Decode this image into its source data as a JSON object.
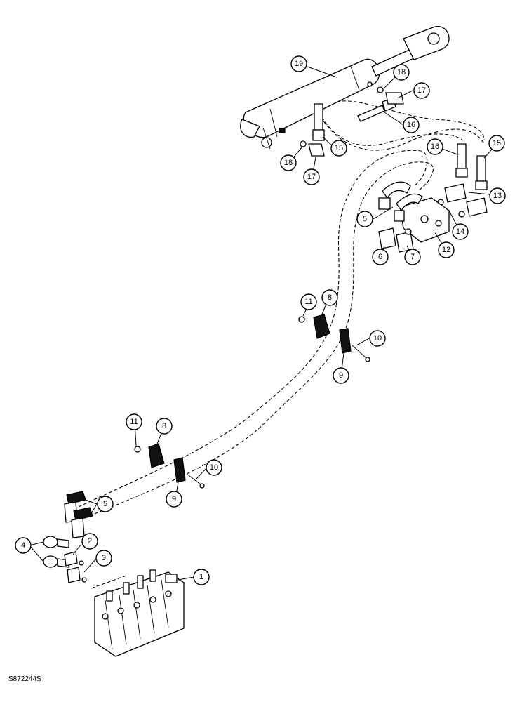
{
  "callouts": [
    {
      "label": "19"
    },
    {
      "label": "18"
    },
    {
      "label": "17"
    },
    {
      "label": "16"
    },
    {
      "label": "15"
    },
    {
      "label": "18"
    },
    {
      "label": "17"
    },
    {
      "label": "16"
    },
    {
      "label": "15"
    },
    {
      "label": "13"
    },
    {
      "label": "5"
    },
    {
      "label": "14"
    },
    {
      "label": "12"
    },
    {
      "label": "6"
    },
    {
      "label": "7"
    },
    {
      "label": "11"
    },
    {
      "label": "8"
    },
    {
      "label": "10"
    },
    {
      "label": "9"
    },
    {
      "label": "11"
    },
    {
      "label": "8"
    },
    {
      "label": "10"
    },
    {
      "label": "9"
    },
    {
      "label": "5"
    },
    {
      "label": "4"
    },
    {
      "label": "2"
    },
    {
      "label": "3"
    },
    {
      "label": "1"
    }
  ],
  "reference_code": "S872244S"
}
